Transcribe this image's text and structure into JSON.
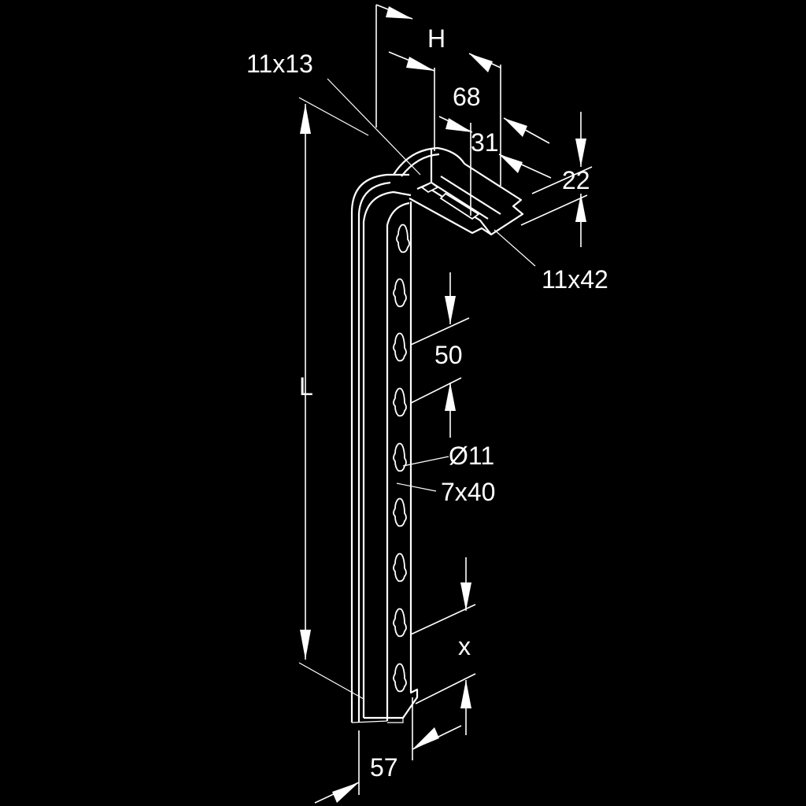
{
  "colors": {
    "background": "#000000",
    "stroke": "#ffffff"
  },
  "labels": {
    "h": "H",
    "d68": "68",
    "d31": "31",
    "d22": "22",
    "hole_top": "11x13",
    "slot_top": "11x42",
    "length": "L",
    "pitch": "50",
    "dia": "Ø11",
    "slot": "7x40",
    "x": "x",
    "width": "57"
  }
}
